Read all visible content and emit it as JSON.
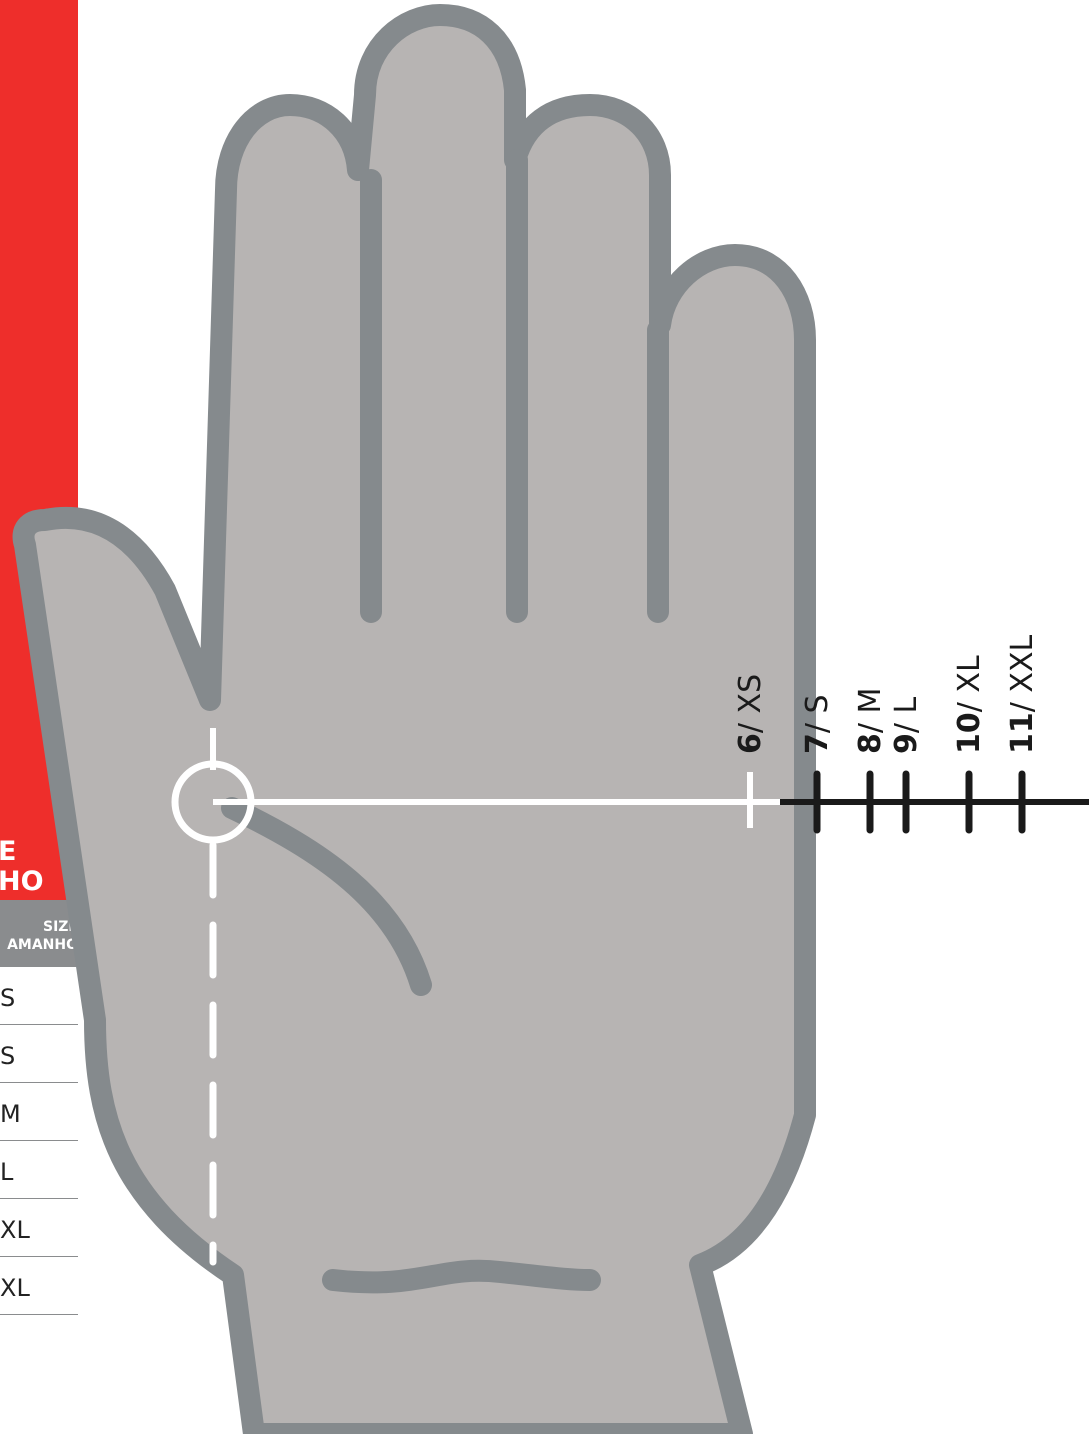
{
  "panel": {
    "title_line1": "E",
    "title_line2": "HO",
    "header_line1": "SIZE",
    "header_line2": "AMANHO",
    "rows": [
      {
        "label": "S"
      },
      {
        "label": "S"
      },
      {
        "label": "M"
      },
      {
        "label": "L"
      },
      {
        "label": "XL"
      },
      {
        "label": "XL"
      }
    ]
  },
  "scale": {
    "ticks": [
      {
        "num": "6",
        "size": "/ XS"
      },
      {
        "num": "7",
        "size": "/ S"
      },
      {
        "num": "8",
        "size": "/ M"
      },
      {
        "num": "9",
        "size": "/ L"
      },
      {
        "num": "10",
        "size": "/ XL"
      },
      {
        "num": "11",
        "size": "/ XXL"
      }
    ]
  },
  "colors": {
    "accent_red": "#ee2e2b",
    "hand_fill": "#b7b4b3",
    "hand_outline": "#858a8d",
    "ink": "#1a1a1a",
    "guide": "#ffffff"
  }
}
